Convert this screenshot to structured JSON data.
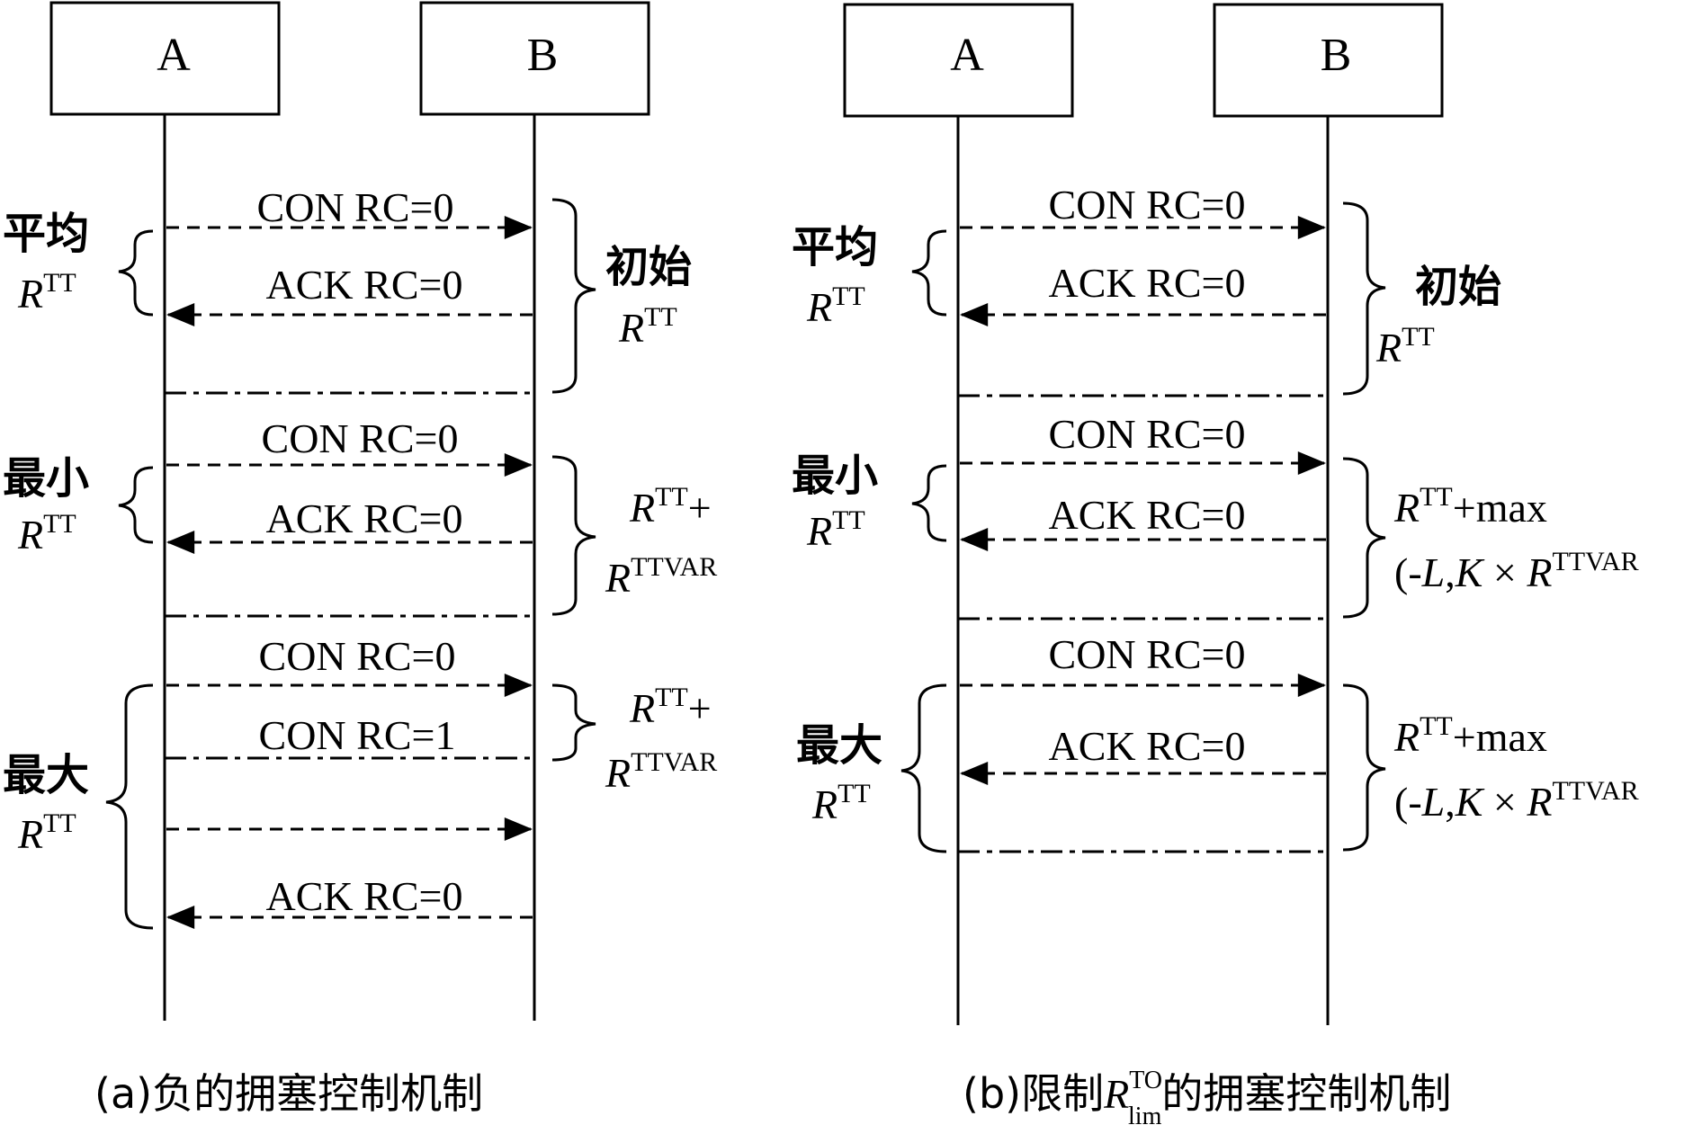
{
  "panel_a": {
    "entity_a": "A",
    "entity_b": "B",
    "messages": {
      "con_rc0": "CON RC=0",
      "ack_rc0": "ACK RC=0",
      "con_rc1": "CON RC=1"
    },
    "left_labels": {
      "avg": "平均",
      "min": "最小",
      "max": "最大"
    },
    "r": "R",
    "tt": "TT",
    "initial": "初始",
    "plus": "+",
    "ttvar": "TTVAR",
    "caption": "(a)负的拥塞控制机制"
  },
  "panel_b": {
    "entity_a": "A",
    "entity_b": "B",
    "messages": {
      "con_rc0": "CON RC=0",
      "ack_rc0": "ACK RC=0"
    },
    "left_labels": {
      "avg": "平均",
      "min": "最小",
      "max": "最大"
    },
    "r": "R",
    "tt": "TT",
    "initial": "初始",
    "plus_max": "+max",
    "open_neg": "(-",
    "l": "L",
    "comma": ",",
    "k": "K",
    "times": " × ",
    "ttvar": "TTVAR",
    "caption_prefix": "(b)限制",
    "caption_sup": "TO",
    "caption_sub": "lim",
    "caption_suffix": "的拥塞控制机制"
  }
}
